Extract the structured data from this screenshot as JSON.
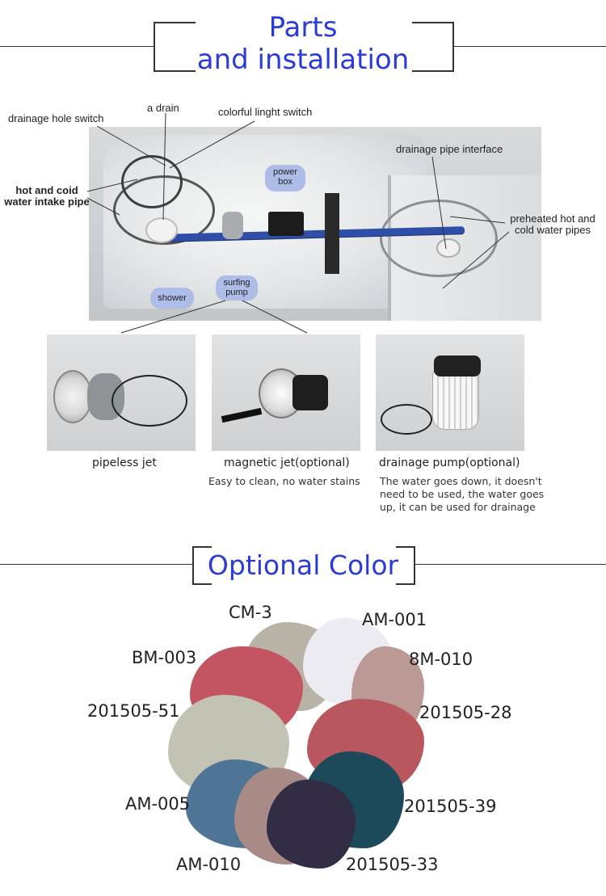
{
  "header": {
    "line1": "Parts",
    "line2": "and installation"
  },
  "installation": {
    "labels": {
      "drainage_hole_switch": "drainage hole switch",
      "a_drain": "a drain",
      "colorful_light_switch": "colorful linght switch",
      "hot_cold_intake_1": "hot and coid",
      "hot_cold_intake_2": "water intake pipe",
      "drainage_pipe_interface": "drainage pipe interface",
      "preheated_1": "preheated hot and",
      "preheated_2": "cold water pipes"
    },
    "pills": {
      "power_box_1": "power",
      "power_box_2": "box",
      "shower": "shower",
      "surfing_pump_1": "surfing",
      "surfing_pump_2": "pump"
    }
  },
  "products": [
    {
      "caption": "pipeless jet",
      "note": []
    },
    {
      "caption": "magnetic jet(optional)",
      "note": [
        "Easy to clean, no water stains"
      ]
    },
    {
      "caption": "drainage pump(optional)",
      "note": [
        "The water goes down, it doesn't",
        "need to be used, the water goes",
        "up, it can be used for drainage"
      ]
    }
  ],
  "colors": {
    "title": "Optional Color",
    "codes": [
      "CM-3",
      "AM-001",
      "BM-003",
      "8M-010",
      "201505-51",
      "201505-28",
      "AM-005",
      "201505-39",
      "AM-010",
      "201505-33"
    ],
    "swatch_colors": [
      "#b9b2a6",
      "#ecebf2",
      "#c25561",
      "#bb9a95",
      "#c3c3b3",
      "#b8575d",
      "#4e7496",
      "#1d4a5a",
      "#a88a86",
      "#322d45"
    ]
  }
}
